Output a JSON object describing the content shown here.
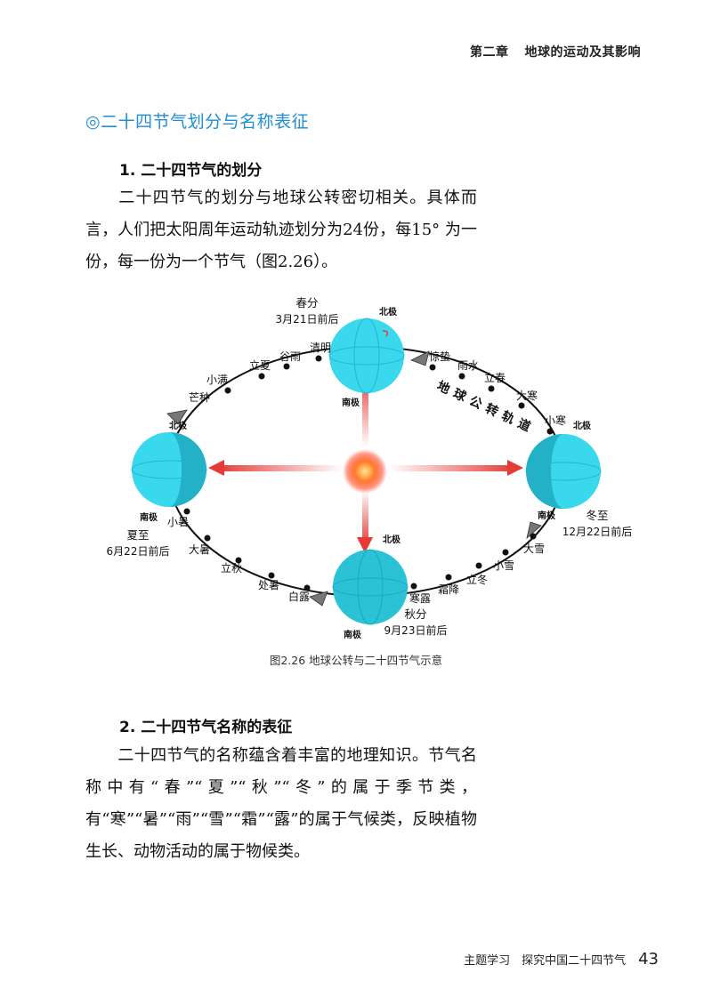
{
  "header": {
    "chapter": "第二章",
    "chapter_title": "地球的运动及其影响"
  },
  "section_title": "◎二十四节气划分与名称表征",
  "subsection1": "1. 二十四节气的划分",
  "para1": "二十四节气的划分与地球公转密切相关。具体而言，人们把太阳周年运动轨迹划分为24份，每15° 为一份，每一份为一个节气（图2.26）。",
  "figure": {
    "orbit_label": "地球公转轨道",
    "north_pole": "北极",
    "south_pole": "南极",
    "spring_equinox": {
      "name": "春分",
      "date": "3月21日前后"
    },
    "summer_solstice": {
      "name": "夏至",
      "date": "6月22日前后"
    },
    "autumn_equinox": {
      "name": "秋分",
      "date": "9月23日前后"
    },
    "winter_solstice": {
      "name": "冬至",
      "date": "12月22日前后"
    },
    "terms": {
      "qingming": "清明",
      "guyu": "谷雨",
      "lixia": "立夏",
      "xiaoman": "小满",
      "mangzhong": "芒种",
      "xiaoshu": "小暑",
      "dashu": "大暑",
      "liqiu": "立秋",
      "chushu": "处暑",
      "bailu": "白露",
      "hanlu": "寒露",
      "shuangjiang": "霜降",
      "lidong": "立冬",
      "xiaoxue": "小雪",
      "daxue": "大雪",
      "xiaohan": "小寒",
      "dahan": "大寒",
      "lichun": "立春",
      "yushui": "雨水",
      "jingzhe": "惊蛰"
    }
  },
  "caption": "图2.26  地球公转与二十四节气示意",
  "subsection2": "2. 二十四节气名称的表征",
  "para2": "二十四节气的名称蕴含着丰富的地理知识。节气名称中有“春”“夏”“秋”“冬”的属于季节类，有“寒”“暑”“雨”“雪”“霜”“露”的属于气候类，反映植物生长、动物活动的属于物候类。",
  "footer": {
    "text": "主题学习　探究中国二十四节气",
    "page": "43"
  },
  "colors": {
    "accent": "#1f8fd6",
    "globe": "#39d6ea",
    "arrow": "#e53b36"
  }
}
